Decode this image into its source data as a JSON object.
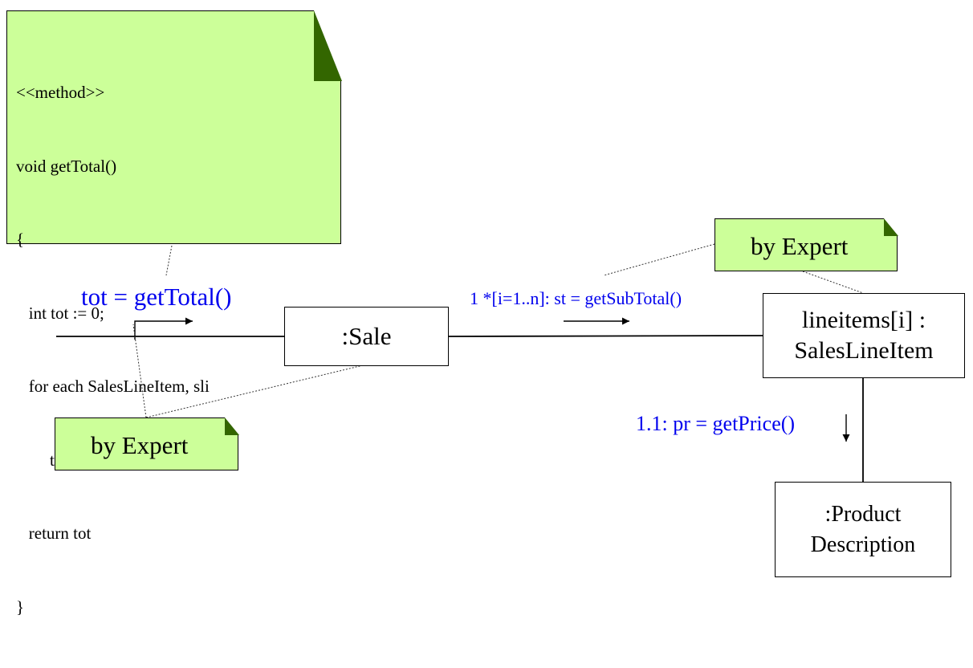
{
  "colors": {
    "note_fill": "#ccff99",
    "note_fold": "#336600",
    "message_text": "#0000ee",
    "line": "#000000"
  },
  "method_note": {
    "lines": [
      "<<method>>",
      "void getTotal()",
      "{",
      "   int tot := 0;",
      "   for each SalesLineItem, sli",
      "        tot = tot + sli.getSubTotal();",
      "   return tot",
      "}"
    ]
  },
  "notes": {
    "expert_left": "by Expert",
    "expert_right": "by Expert"
  },
  "objects": {
    "sale": ":Sale",
    "line_items": [
      "lineitems[i] :",
      "SalesLineItem"
    ],
    "product_description": [
      ":Product",
      "Description"
    ]
  },
  "messages": {
    "get_total": "tot = getTotal()",
    "get_sub_total": "1 *[i=1..n]: st = getSubTotal()",
    "get_price": "1.1: pr = getPrice()"
  }
}
